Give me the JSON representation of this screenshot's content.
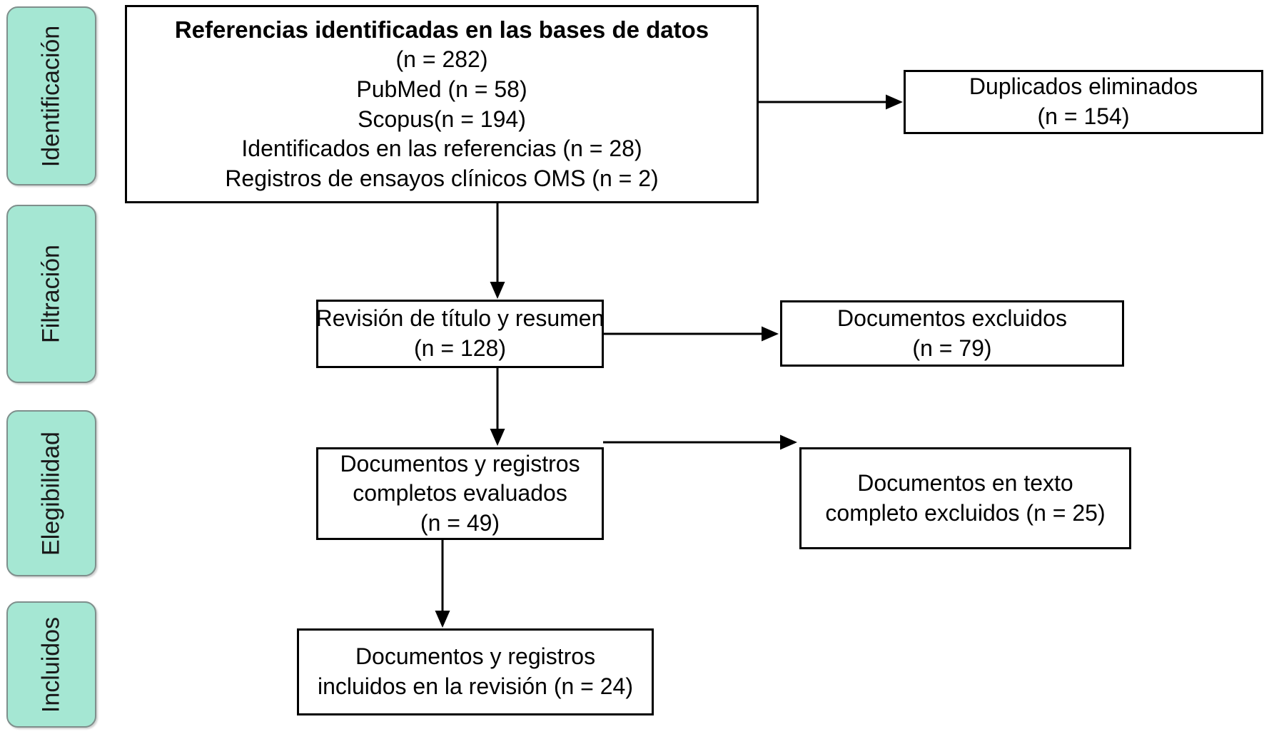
{
  "diagram": {
    "title": "PRISMA flow diagram",
    "language": "es",
    "accent_color": "#a5e7d3",
    "box_border_color": "#000000",
    "stage_border_color": "#7f8f8c"
  },
  "stages": [
    {
      "id": "identificacion",
      "label": "Identificación"
    },
    {
      "id": "filtracion",
      "label": "Filtración"
    },
    {
      "id": "elegibilidad",
      "label": "Elegibilidad"
    },
    {
      "id": "incluidos",
      "label": "Incluidos"
    }
  ],
  "boxes": {
    "identified": {
      "id": "referencias-identificadas",
      "lines": [
        "Referencias identificadas en las bases de datos",
        "(n = 282)",
        "PubMed (n = 58)",
        "Scopus(n = 194)",
        "Identificados en las referencias (n = 28)",
        "Registros de ensayos clínicos OMS (n = 2)"
      ],
      "bold_lines": [
        0
      ],
      "counts": {
        "total": 282,
        "pubmed": 58,
        "scopus": 194,
        "referencias": 28,
        "registros_oms": 2
      }
    },
    "duplicates_removed": {
      "id": "duplicados-eliminados",
      "lines": [
        "Duplicados eliminados",
        "(n = 154)"
      ],
      "counts": {
        "n": 154
      }
    },
    "title_abstract_screen": {
      "id": "revision-titulo-resumen",
      "lines": [
        "Revisión de título y resumen",
        "(n = 128)"
      ],
      "counts": {
        "n": 128
      }
    },
    "documents_excluded": {
      "id": "documentos-excluidos",
      "lines": [
        "Documentos excluidos",
        "(n = 79)"
      ],
      "counts": {
        "n": 79
      }
    },
    "full_text_assessed": {
      "id": "documentos-registros-completos-evaluados",
      "lines": [
        "Documentos y registros",
        "completos evaluados",
        "(n = 49)"
      ],
      "counts": {
        "n": 49
      }
    },
    "full_text_excluded": {
      "id": "documentos-texto-completo-excluidos",
      "lines": [
        "Documentos en texto",
        "completo excluidos (n = 25)"
      ],
      "counts": {
        "n": 25
      }
    },
    "included": {
      "id": "documentos-registros-incluidos",
      "lines": [
        "Documentos y registros",
        "incluidos en la revisión (n = 24)"
      ],
      "counts": {
        "n": 24
      }
    }
  }
}
